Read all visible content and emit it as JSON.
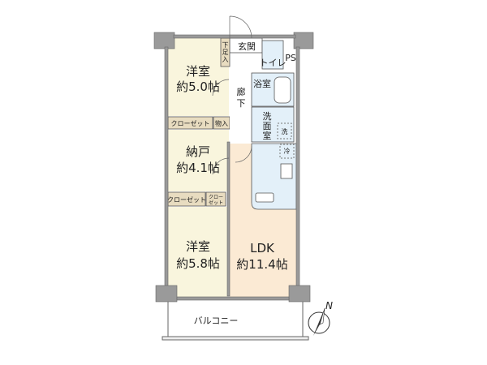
{
  "rooms": {
    "western1": {
      "name": "洋室",
      "size": "約5.0帖"
    },
    "storage": {
      "name": "納戸",
      "size": "約4.1帖"
    },
    "western2": {
      "name": "洋室",
      "size": "約5.8帖"
    },
    "ldk": {
      "name": "LDK",
      "size": "約11.4帖"
    }
  },
  "labels": {
    "entrance": "玄関",
    "shoe_box": [
      "下",
      "足",
      "入"
    ],
    "hallway": [
      "廊",
      "下"
    ],
    "toilet": "トイレ",
    "ps": "PS",
    "bath": "浴室",
    "washroom": [
      "洗",
      "面",
      "室"
    ],
    "washer": "洗",
    "fridge": "冷",
    "closet1": "クローゼット",
    "storage_closet": "物入",
    "closet2": "クローゼット",
    "closet3": [
      "クロー",
      "ゼット"
    ],
    "balcony": "バルコニー",
    "north": "N"
  },
  "colors": {
    "bedroom": "#f9f5dd",
    "ldk": "#fbead4",
    "wet_area": "#e3f0f9",
    "closet": "#e8dcc0",
    "wall": "#9a9a9a"
  }
}
